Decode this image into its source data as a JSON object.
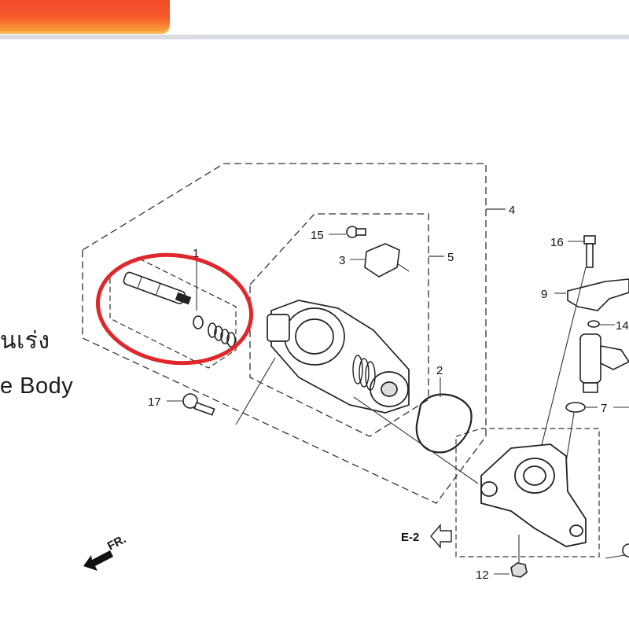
{
  "header": {
    "accent_color": "#f0492a"
  },
  "side_labels": {
    "thai": "นเร่ง",
    "english": "e Body"
  },
  "callouts": [
    "1",
    "2",
    "3",
    "4",
    "5",
    "7",
    "9",
    "12",
    "14",
    "15",
    "16",
    "17"
  ],
  "reference": {
    "label": "E-2"
  },
  "direction": {
    "label": "FR."
  },
  "highlight": {
    "color": "#e0272b"
  }
}
